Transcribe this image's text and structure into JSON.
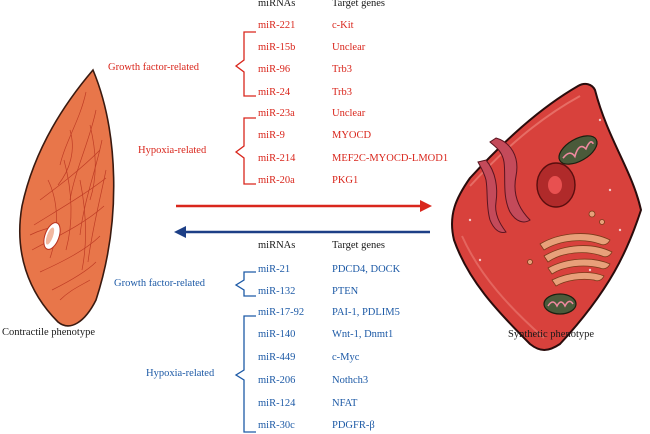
{
  "colors": {
    "red": "#d9261c",
    "blue": "#1d5aa6",
    "text": "#1a1a1a",
    "contractile_cell": "#e8764a",
    "synthetic_cell": "#d8413c"
  },
  "upper_header": {
    "mirnas": "miRNAs",
    "targets": "Target genes"
  },
  "lower_header": {
    "mirnas": "miRNAs",
    "targets": "Target genes"
  },
  "upper_groups": [
    {
      "label": "Growth factor-related",
      "rows": [
        {
          "mirna": "miR-221",
          "target": "c-Kit"
        },
        {
          "mirna": "miR-15b",
          "target": "Unclear"
        },
        {
          "mirna": "miR-96",
          "target": "Trb3"
        },
        {
          "mirna": "miR-24",
          "target": "Trb3"
        }
      ]
    },
    {
      "label": "Hypoxia-related",
      "rows": [
        {
          "mirna": "miR-23a",
          "target": "Unclear"
        },
        {
          "mirna": "miR-9",
          "target": "MYOCD"
        },
        {
          "mirna": "miR-214",
          "target": "MEF2C-MYOCD-LMOD1"
        },
        {
          "mirna": "miR-20a",
          "target": "PKG1"
        }
      ]
    }
  ],
  "lower_groups": [
    {
      "label": "Growth factor-related",
      "rows": [
        {
          "mirna": "miR-21",
          "target": "PDCD4, DOCK"
        },
        {
          "mirna": "miR-132",
          "target": "PTEN"
        }
      ]
    },
    {
      "label": "Hypoxia-related",
      "rows": [
        {
          "mirna": "miR-17-92",
          "target": "PAI-1, PDLIM5"
        },
        {
          "mirna": "miR-140",
          "target": "Wnt-1, Dnmt1"
        },
        {
          "mirna": "miR-449",
          "target": "c-Myc"
        },
        {
          "mirna": "miR-206",
          "target": "Nothch3"
        },
        {
          "mirna": "miR-124",
          "target": "NFAT"
        },
        {
          "mirna": "miR-30c",
          "target": "PDGFR-β"
        }
      ]
    }
  ],
  "cells": {
    "left_label": "Contractile phenotype",
    "right_label": "Synthetic phenotype"
  }
}
